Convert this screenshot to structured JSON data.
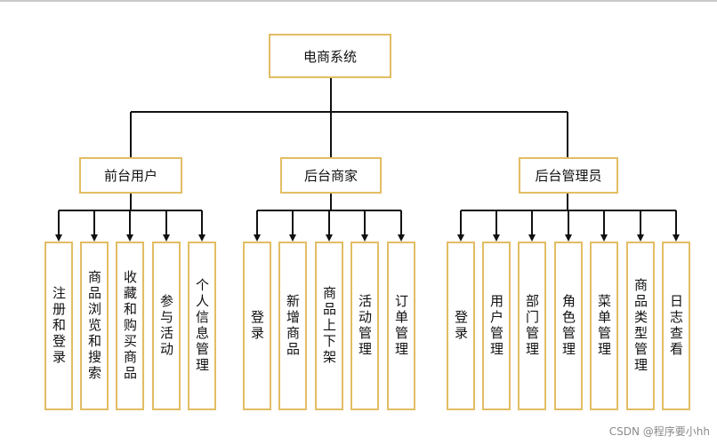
{
  "root": {
    "label": "电商系统"
  },
  "groups": [
    {
      "label": "前台用户",
      "children": [
        "注册和登录",
        "商品浏览和搜索",
        "收藏和购买商品",
        "参与活动",
        "个人信息管理"
      ]
    },
    {
      "label": "后台商家",
      "children": [
        "登录",
        "新增商品",
        "商品上下架",
        "活动管理",
        "订单管理"
      ]
    },
    {
      "label": "后台管理员",
      "children": [
        "登录",
        "用户管理",
        "部门管理",
        "角色管理",
        "菜单管理",
        "商品类型管理",
        "日志查看"
      ]
    }
  ],
  "colors": {
    "box_border": "#e2bd63",
    "line": "#111111"
  },
  "watermark": "CSDN @程序要小hh"
}
